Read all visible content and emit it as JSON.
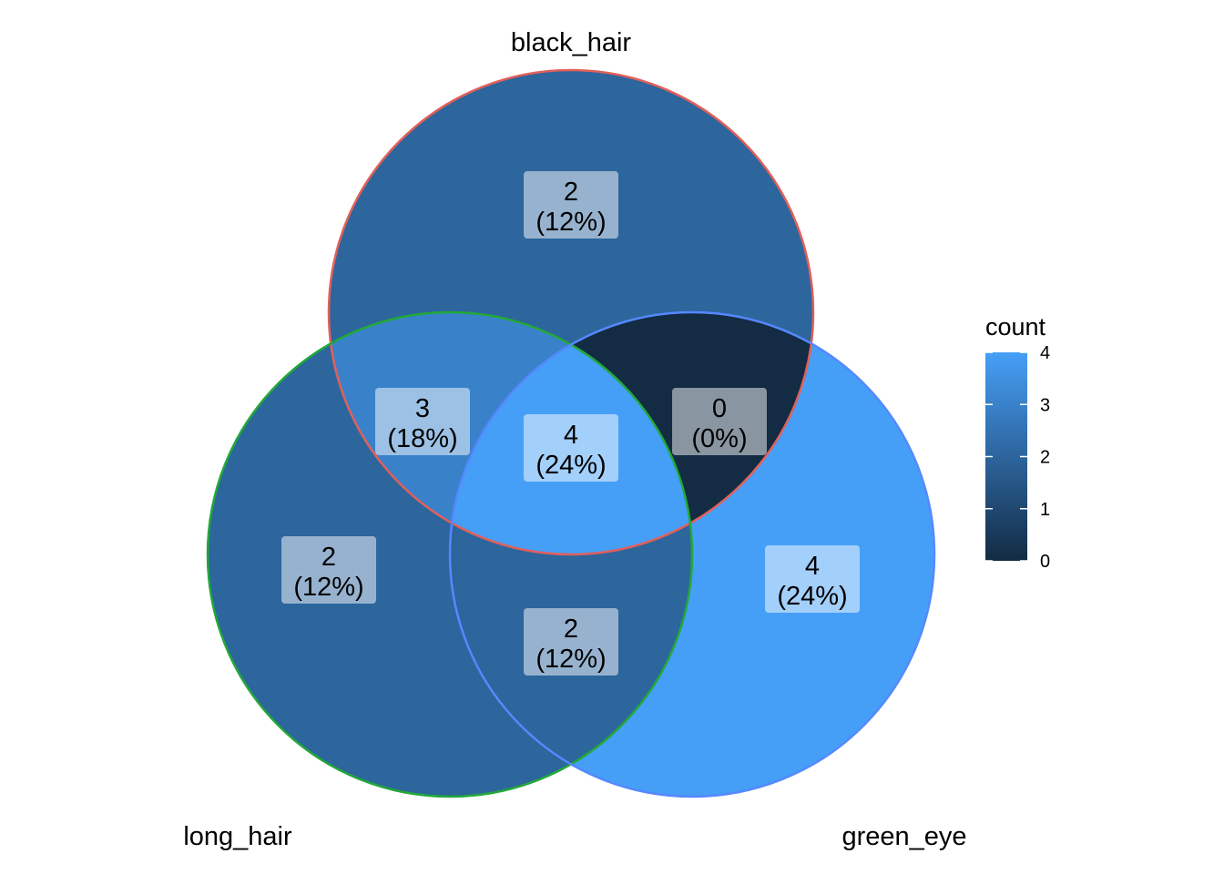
{
  "chart_data": {
    "type": "venn",
    "sets": [
      {
        "name": "black_hair",
        "stroke": "#E0605A"
      },
      {
        "name": "long_hair",
        "stroke": "#22A83A"
      },
      {
        "name": "green_eye",
        "stroke": "#5588FF"
      }
    ],
    "regions": [
      {
        "sets": [
          "black_hair"
        ],
        "count": 2,
        "percent": "(12%)"
      },
      {
        "sets": [
          "long_hair"
        ],
        "count": 2,
        "percent": "(12%)"
      },
      {
        "sets": [
          "green_eye"
        ],
        "count": 4,
        "percent": "(24%)"
      },
      {
        "sets": [
          "black_hair",
          "long_hair"
        ],
        "count": 3,
        "percent": "(18%)"
      },
      {
        "sets": [
          "black_hair",
          "green_eye"
        ],
        "count": 0,
        "percent": "(0%)"
      },
      {
        "sets": [
          "long_hair",
          "green_eye"
        ],
        "count": 2,
        "percent": "(12%)"
      },
      {
        "sets": [
          "black_hair",
          "long_hair",
          "green_eye"
        ],
        "count": 4,
        "percent": "(24%)"
      }
    ],
    "legend": {
      "title": "count",
      "min": 0,
      "max": 4,
      "ticks": [
        "0",
        "1",
        "2",
        "3",
        "4"
      ],
      "low_color": "#132B43",
      "high_color": "#469FF7",
      "placement": "right"
    }
  }
}
